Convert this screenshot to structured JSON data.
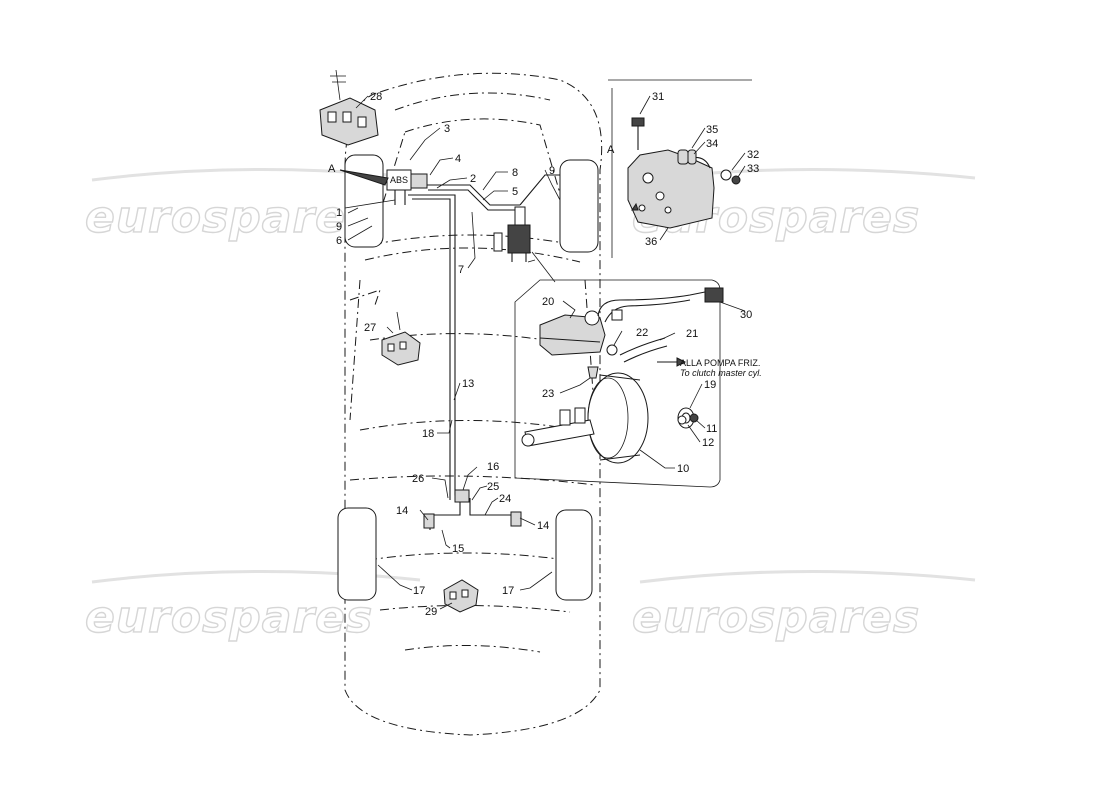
{
  "callouts": {
    "c28": "28",
    "c3": "3",
    "cA_left": "A",
    "c4": "4",
    "c2": "2",
    "c8": "8",
    "c5": "5",
    "c9_top": "9",
    "c1": "1",
    "c9_left": "9",
    "c6": "6",
    "c7": "7",
    "c31": "31",
    "cA_right": "A",
    "c35": "35",
    "c34": "34",
    "c32": "32",
    "c33": "33",
    "c36": "36",
    "c20": "20",
    "c30": "30",
    "c22": "22",
    "c21": "21",
    "c23": "23",
    "c19": "19",
    "c11": "11",
    "c12": "12",
    "c10": "10",
    "c27": "27",
    "c13": "13",
    "c18": "18",
    "c16": "16",
    "c26": "26",
    "c25": "25",
    "c24": "24",
    "c14_left": "14",
    "c14_right": "14",
    "c15": "15",
    "c17_left": "17",
    "c17_right": "17",
    "c29": "29"
  },
  "abs_label": "ABS",
  "note": {
    "line1": "ALLA POMPA FRIZ.",
    "line2": "To clutch master cyl."
  },
  "watermark": {
    "tl": "eurospares",
    "tr": "eurospares",
    "bl": "eurospares",
    "br": "eurospares"
  }
}
